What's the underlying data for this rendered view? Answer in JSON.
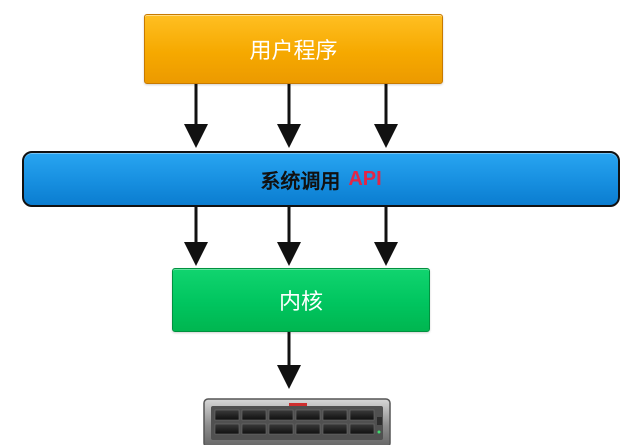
{
  "diagram": {
    "user_program": "用户程序",
    "system_call": "系统调用",
    "api": "API",
    "kernel": "内核",
    "hardware_icon": "server-icon"
  },
  "colors": {
    "user_program": "#f6a900",
    "system_call": "#178fe0",
    "api_text": "#e32646",
    "kernel": "#00c55f",
    "arrow": "#111111"
  }
}
